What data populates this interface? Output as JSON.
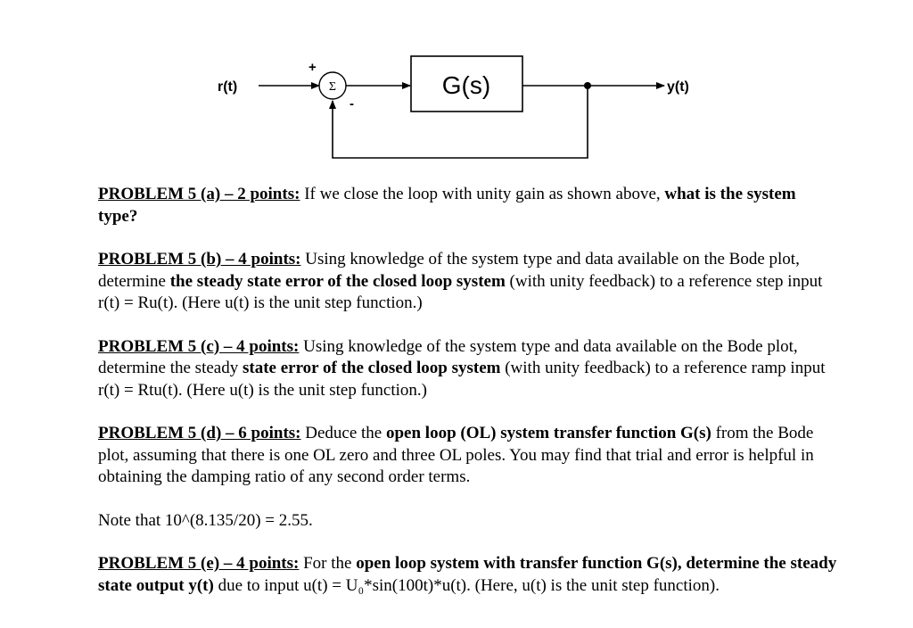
{
  "diagram": {
    "input_label": "r(t)",
    "output_label": "y(t)",
    "block_label": "G(s)",
    "sum_symbol": "Σ",
    "plus_sign": "+",
    "minus_sign": "-"
  },
  "problems": [
    {
      "heading": "PROBLEM 5 (a) – 2 points:",
      "parts": [
        {
          "text": "  If we close the loop with unity gain as shown above, ",
          "bold": false
        },
        {
          "text": "what is the system type?",
          "bold": true
        }
      ]
    },
    {
      "heading": "PROBLEM 5 (b) – 4 points:",
      "parts": [
        {
          "text": "  Using knowledge of the system type and data available on the Bode plot, determine ",
          "bold": false
        },
        {
          "text": "the steady state error of the closed loop system",
          "bold": true
        },
        {
          "text": " (with unity feedback) to a reference step input r(t) = Ru(t).  (Here u(t) is the unit step function.)",
          "bold": false
        }
      ]
    },
    {
      "heading": "PROBLEM 5 (c) – 4 points:",
      "parts": [
        {
          "text": "  Using knowledge of the system type and data available on the Bode plot, determine the steady ",
          "bold": false
        },
        {
          "text": "state error of the closed loop system",
          "bold": true
        },
        {
          "text": " (with unity feedback) to a reference ramp input r(t) = Rtu(t).  (Here u(t) is the unit step function.)",
          "bold": false
        }
      ]
    },
    {
      "heading": "PROBLEM 5 (d) – 6 points:",
      "parts": [
        {
          "text": "  Deduce the ",
          "bold": false
        },
        {
          "text": "open loop (OL) system transfer function G(s)",
          "bold": true
        },
        {
          "text": " from the Bode plot, assuming that there is one OL zero and three OL poles.  You may find that trial and error is helpful in obtaining the damping ratio of any second order terms.",
          "bold": false
        }
      ]
    }
  ],
  "note": "Note that 10^(8.135/20) = 2.55.",
  "problem_e": {
    "heading": "PROBLEM 5 (e) – 4 points:",
    "parts": [
      {
        "text": "  For the ",
        "bold": false
      },
      {
        "text": "open loop system with transfer function G(s), determine the steady state output y(t)",
        "bold": true
      },
      {
        "text": " due to input u(t) = U₀*sin(100t)*u(t).  (Here, u(t) is the unit step function).",
        "bold": false
      }
    ]
  }
}
